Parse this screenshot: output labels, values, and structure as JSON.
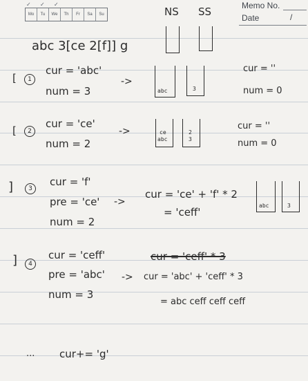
{
  "header": {
    "weekdays": [
      "Mo",
      "Tu",
      "We",
      "Th",
      "Fr",
      "Sa",
      "Su"
    ],
    "memo_label": "Memo No.",
    "date_label": "Date",
    "date_value": "/",
    "ns_label": "NS",
    "ss_label": "SS"
  },
  "problem": "abc 3[ce 2[f]] g",
  "step1": {
    "marker": "[",
    "number": "1",
    "cur": "cur = 'abc'",
    "num": "num = 3",
    "arrow": "->",
    "ns_box": "abc",
    "ss_box": "3",
    "cur_reset": "cur = ''",
    "num_reset": "num = 0"
  },
  "step2": {
    "marker": "[",
    "number": "2",
    "cur": "cur = 'ce'",
    "num": "num = 2",
    "arrow": "->",
    "ns_box_top": "ce",
    "ns_box_bottom": "abc",
    "ss_box_top": "2",
    "ss_box_bottom": "3",
    "cur_reset": "cur = ''",
    "num_reset": "num = 0"
  },
  "step3": {
    "marker": "]",
    "number": "3",
    "cur": "cur = 'f'",
    "pre": "pre = 'ce'",
    "num": "num = 2",
    "arrow": "->",
    "calc": "cur = 'ce' + 'f' * 2",
    "result": "= 'ceff'",
    "ns_box": "abc",
    "ss_box": "3"
  },
  "step4": {
    "marker": "]",
    "number": "4",
    "cur": "cur = 'ceff'",
    "pre": "pre = 'abc'",
    "num": "num = 3",
    "struck": "cur = 'ceff' * 3",
    "arrow": "->",
    "calc": "cur = 'abc' + 'ceff' * 3",
    "result": "= abc ceff ceff ceff"
  },
  "final": {
    "ellipsis": "...",
    "text": "cur+= 'g'"
  }
}
